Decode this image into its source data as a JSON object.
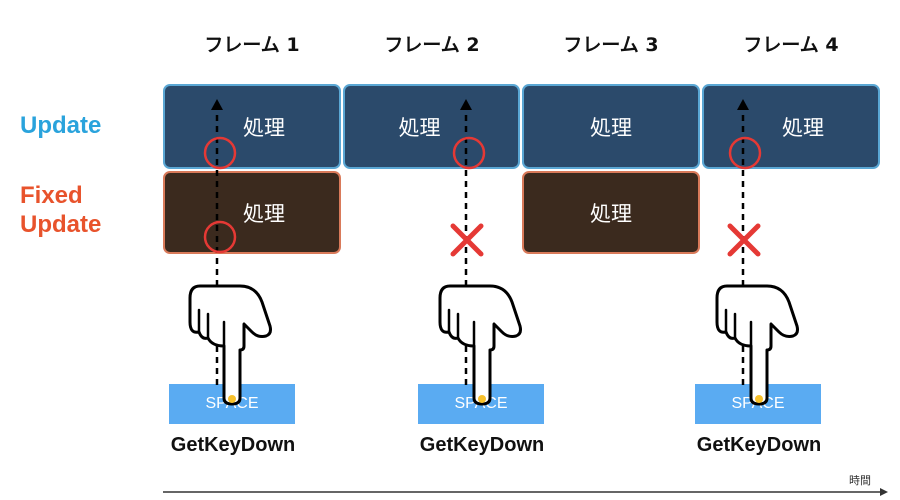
{
  "colors": {
    "update_label": "#2aa3dc",
    "fixed_label": "#e8532c",
    "update_box_fill": "#2b4a6b",
    "update_box_border": "#5aa7d4",
    "fixed_box_fill": "#3b2a1e",
    "fixed_box_border": "#d97a5a",
    "key_fill": "#5aabf2",
    "circle_marker": "#e53935",
    "cross_marker": "#e53935",
    "arrow": "#000000"
  },
  "frames": [
    {
      "label": "フレーム 1"
    },
    {
      "label": "フレーム 2"
    },
    {
      "label": "フレーム 3"
    },
    {
      "label": "フレーム 4"
    }
  ],
  "rows": {
    "update": {
      "label": "Update"
    },
    "fixed": {
      "label_line1": "Fixed",
      "label_line2": "Update"
    }
  },
  "update_boxes": [
    {
      "label": "処理"
    },
    {
      "label": "処理"
    },
    {
      "label": "処理"
    },
    {
      "label": "処理"
    }
  ],
  "fixed_boxes": [
    {
      "label": "処理"
    },
    {
      "label": "処理"
    }
  ],
  "inputs": [
    {
      "key_label": "SPACE",
      "event_label": "GetKeyDown"
    },
    {
      "key_label": "SPACE",
      "event_label": "GetKeyDown"
    },
    {
      "key_label": "SPACE",
      "event_label": "GetKeyDown"
    }
  ],
  "time_axis": {
    "label": "時間"
  },
  "icons": {
    "hand": "pointing-hand-icon",
    "circle": "circle-marker-icon",
    "cross": "cross-marker-icon",
    "arrow": "dashed-up-arrow-icon"
  }
}
